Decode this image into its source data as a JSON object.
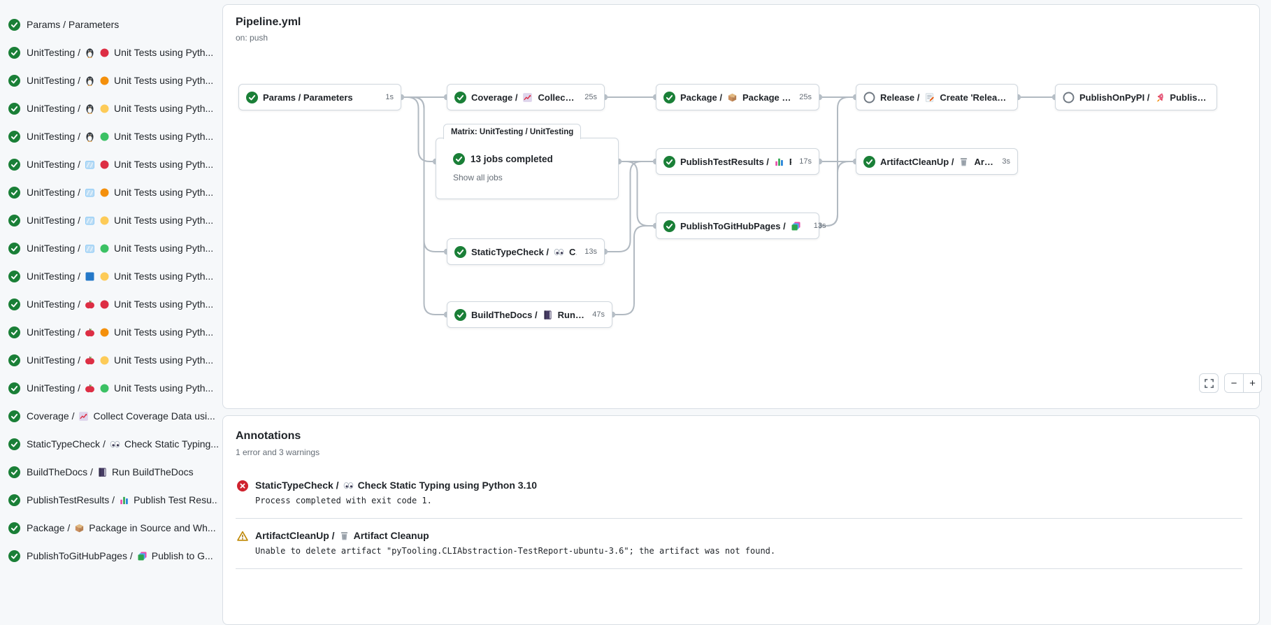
{
  "workflow": {
    "title": "Pipeline.yml",
    "trigger": "on: push",
    "nodes": [
      {
        "id": "params",
        "status": "success",
        "prefix": "Params / Parameters",
        "icons": [],
        "suffix": "",
        "duration": "1s"
      },
      {
        "id": "coverage",
        "status": "success",
        "prefix": "Coverage /",
        "icons": [
          "chart-increasing-icon"
        ],
        "suffix": "Collect Cove...",
        "duration": "25s"
      },
      {
        "id": "statictypecheck",
        "status": "success",
        "prefix": "StaticTypeCheck /",
        "icons": [
          "eyes-icon"
        ],
        "suffix": "Chec...",
        "duration": "13s"
      },
      {
        "id": "buildthedocs",
        "status": "success",
        "prefix": "BuildTheDocs /",
        "icons": [
          "book-icon"
        ],
        "suffix": "Run Buil...",
        "duration": "47s"
      },
      {
        "id": "package",
        "status": "success",
        "prefix": "Package /",
        "icons": [
          "package-icon"
        ],
        "suffix": "Package in So...",
        "duration": "25s"
      },
      {
        "id": "publishtestresults",
        "status": "success",
        "prefix": "PublishTestResults /",
        "icons": [
          "bar-chart-icon"
        ],
        "suffix": "Pu...",
        "duration": "17s"
      },
      {
        "id": "publishtogithubpages",
        "status": "success",
        "prefix": "PublishToGitHubPages /",
        "icons": [
          "pages-icon"
        ],
        "suffix": "...",
        "duration": "13s"
      },
      {
        "id": "release",
        "status": "skipped",
        "prefix": "Release /",
        "icons": [
          "memo-icon"
        ],
        "suffix": "Create 'Release P...",
        "duration": ""
      },
      {
        "id": "artifactcleanup",
        "status": "success",
        "prefix": "ArtifactCleanUp /",
        "icons": [
          "wastebasket-icon"
        ],
        "suffix": "Artifac...",
        "duration": "3s"
      },
      {
        "id": "publishonpypi",
        "status": "skipped",
        "prefix": "PublishOnPyPI /",
        "icons": [
          "rocket-icon"
        ],
        "suffix": "Publish to ...",
        "duration": ""
      }
    ],
    "matrix": {
      "tab": "Matrix: UnitTesting / UnitTesting",
      "status": "success",
      "summary": "13 jobs completed",
      "link": "Show all jobs"
    },
    "edges": [
      {
        "from": "params",
        "to": "coverage"
      },
      {
        "from": "params",
        "to": "matrix"
      },
      {
        "from": "params",
        "to": "statictypecheck"
      },
      {
        "from": "params",
        "to": "buildthedocs"
      },
      {
        "from": "coverage",
        "to": "package"
      },
      {
        "from": "matrix",
        "to": "publishtestresults"
      },
      {
        "from": "matrix",
        "to": "publishtogithubpages"
      },
      {
        "from": "statictypecheck",
        "to": "publishtestresults"
      },
      {
        "from": "buildthedocs",
        "to": "publishtogithubpages"
      },
      {
        "from": "package",
        "to": "release"
      },
      {
        "from": "publishtestresults",
        "to": "artifactcleanup"
      },
      {
        "from": "publishtogithubpages",
        "to": "release"
      },
      {
        "from": "publishtogithubpages",
        "to": "artifactcleanup"
      },
      {
        "from": "release",
        "to": "publishonpypi"
      }
    ]
  },
  "sidebar": {
    "items": [
      {
        "status": "success",
        "prefix": "Params / Parameters",
        "icons": [],
        "suffix": ""
      },
      {
        "status": "success",
        "prefix": "UnitTesting /",
        "icons": [
          "penguin-icon",
          "red-dot-icon"
        ],
        "suffix": "Unit Tests using Pyth..."
      },
      {
        "status": "success",
        "prefix": "UnitTesting /",
        "icons": [
          "penguin-icon",
          "orange-dot-icon"
        ],
        "suffix": "Unit Tests using Pyth..."
      },
      {
        "status": "success",
        "prefix": "UnitTesting /",
        "icons": [
          "penguin-icon",
          "yellow-dot-icon"
        ],
        "suffix": "Unit Tests using Pyth..."
      },
      {
        "status": "success",
        "prefix": "UnitTesting /",
        "icons": [
          "penguin-icon",
          "green-dot-icon"
        ],
        "suffix": "Unit Tests using Pyth..."
      },
      {
        "status": "success",
        "prefix": "UnitTesting /",
        "icons": [
          "ice-icon",
          "red-dot-icon"
        ],
        "suffix": "Unit Tests using Pyth..."
      },
      {
        "status": "success",
        "prefix": "UnitTesting /",
        "icons": [
          "ice-icon",
          "orange-dot-icon"
        ],
        "suffix": "Unit Tests using Pyth..."
      },
      {
        "status": "success",
        "prefix": "UnitTesting /",
        "icons": [
          "ice-icon",
          "yellow-dot-icon"
        ],
        "suffix": "Unit Tests using Pyth..."
      },
      {
        "status": "success",
        "prefix": "UnitTesting /",
        "icons": [
          "ice-icon",
          "green-dot-icon"
        ],
        "suffix": "Unit Tests using Pyth..."
      },
      {
        "status": "success",
        "prefix": "UnitTesting /",
        "icons": [
          "blue-square-icon",
          "yellow-dot-icon"
        ],
        "suffix": "Unit Tests using Pyth..."
      },
      {
        "status": "success",
        "prefix": "UnitTesting /",
        "icons": [
          "apple-icon",
          "red-dot-icon"
        ],
        "suffix": "Unit Tests using Pyth..."
      },
      {
        "status": "success",
        "prefix": "UnitTesting /",
        "icons": [
          "apple-icon",
          "orange-dot-icon"
        ],
        "suffix": "Unit Tests using Pyth..."
      },
      {
        "status": "success",
        "prefix": "UnitTesting /",
        "icons": [
          "apple-icon",
          "yellow-dot-icon"
        ],
        "suffix": "Unit Tests using Pyth..."
      },
      {
        "status": "success",
        "prefix": "UnitTesting /",
        "icons": [
          "apple-icon",
          "green-dot-icon"
        ],
        "suffix": "Unit Tests using Pyth..."
      },
      {
        "status": "success",
        "prefix": "Coverage /",
        "icons": [
          "chart-increasing-icon"
        ],
        "suffix": "Collect Coverage Data usi..."
      },
      {
        "status": "success",
        "prefix": "StaticTypeCheck /",
        "icons": [
          "eyes-icon"
        ],
        "suffix": "Check Static Typing..."
      },
      {
        "status": "success",
        "prefix": "BuildTheDocs /",
        "icons": [
          "book-icon"
        ],
        "suffix": "Run BuildTheDocs"
      },
      {
        "status": "success",
        "prefix": "PublishTestResults /",
        "icons": [
          "bar-chart-icon"
        ],
        "suffix": "Publish Test Resu..."
      },
      {
        "status": "success",
        "prefix": "Package /",
        "icons": [
          "package-icon"
        ],
        "suffix": "Package in Source and Wh..."
      },
      {
        "status": "success",
        "prefix": "PublishToGitHubPages /",
        "icons": [
          "pages-icon"
        ],
        "suffix": "Publish to G..."
      }
    ]
  },
  "annotations": {
    "title": "Annotations",
    "summary": "1 error and 3 warnings",
    "items": [
      {
        "type": "error",
        "prefix": "StaticTypeCheck /",
        "icons": [
          "eyes-icon"
        ],
        "suffix": "Check Static Typing using Python 3.10",
        "message": "Process completed with exit code 1."
      },
      {
        "type": "warning",
        "prefix": "ArtifactCleanUp /",
        "icons": [
          "wastebasket-icon"
        ],
        "suffix": "Artifact Cleanup",
        "message": "Unable to delete artifact \"pyTooling.CLIAbstraction-TestReport-ubuntu-3.6\"; the artifact was not found."
      }
    ]
  },
  "controls": {
    "zoom_out": "−",
    "zoom_in": "+"
  },
  "colors": {
    "success": "#1a7f37",
    "error": "#cf222e",
    "warning": "#bf8700",
    "edge": "#b1b9c1",
    "accent": "#0969da"
  }
}
